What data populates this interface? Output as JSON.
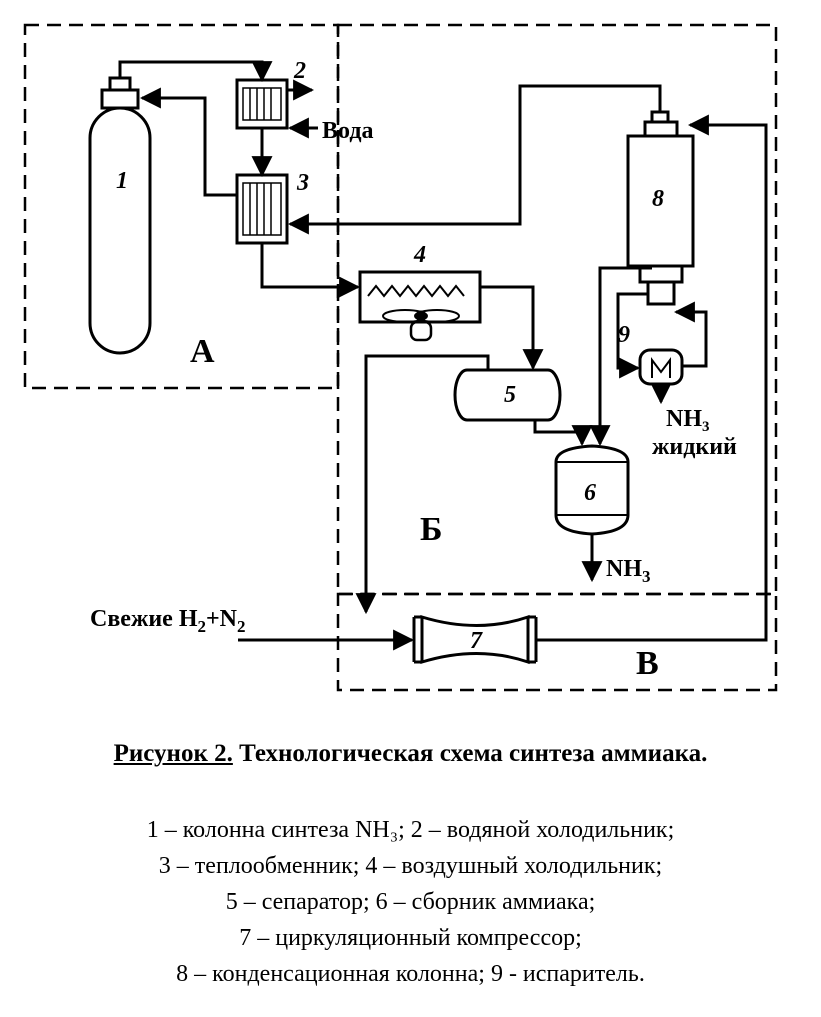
{
  "diagram": {
    "numbers": [
      "1",
      "2",
      "3",
      "4",
      "5",
      "6",
      "7",
      "8",
      "9"
    ],
    "zones": [
      "А",
      "Б",
      "В"
    ],
    "water_label": "Вода",
    "nh3_label": "NH",
    "nh3_sub": "3",
    "liquid_label": "жидкий",
    "feed_label_prefix": "Свежие H",
    "feed_sub_h": "2",
    "feed_plus_n": "+N",
    "feed_sub_n": "2"
  },
  "caption": {
    "lead": "Рисунок 2.",
    "text": " Технологическая схема синтеза аммиака."
  },
  "legend": [
    "1 – колонна синтеза NH₃; 2 – водяной холодильник;",
    "3 – теплообменник; 4 – воздушный холодильник;",
    "5 – сепаратор; 6 – сборник аммиака;",
    "7 – циркуляционный компрессор;",
    "8 – конденсационная колонна; 9 - испаритель."
  ]
}
